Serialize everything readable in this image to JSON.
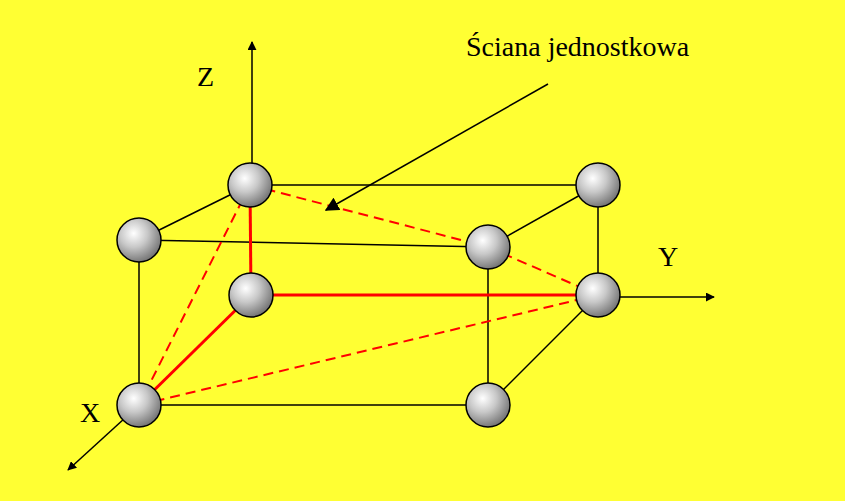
{
  "diagram": {
    "labels": [
      "Z",
      "Y",
      "X",
      "Ściana jednostkowa"
    ]
  }
}
